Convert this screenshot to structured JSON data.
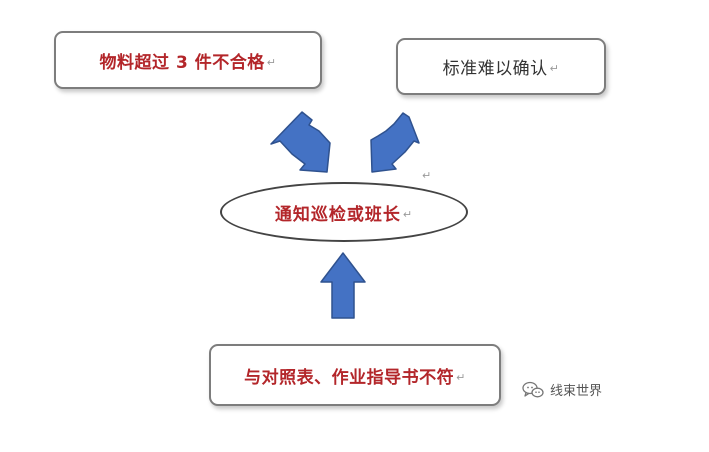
{
  "boxes": {
    "top_left": {
      "text": "物料超过 3 件不合格",
      "mark": "↵"
    },
    "top_right": {
      "text": "标准难以确认",
      "mark": "↵"
    },
    "bottom": {
      "text": "与对照表、作业指导书不符",
      "mark": "↵"
    }
  },
  "center": {
    "text": "通知巡检或班长",
    "mark": "↵"
  },
  "stray_mark": "↵",
  "watermark": {
    "text": "线束世界",
    "icon": "wechat-chat-icon"
  },
  "colors": {
    "arrow_fill": "#4472c4",
    "arrow_stroke": "#2f528f",
    "red_text": "#b3262a",
    "box_border": "#7d7d7d"
  }
}
